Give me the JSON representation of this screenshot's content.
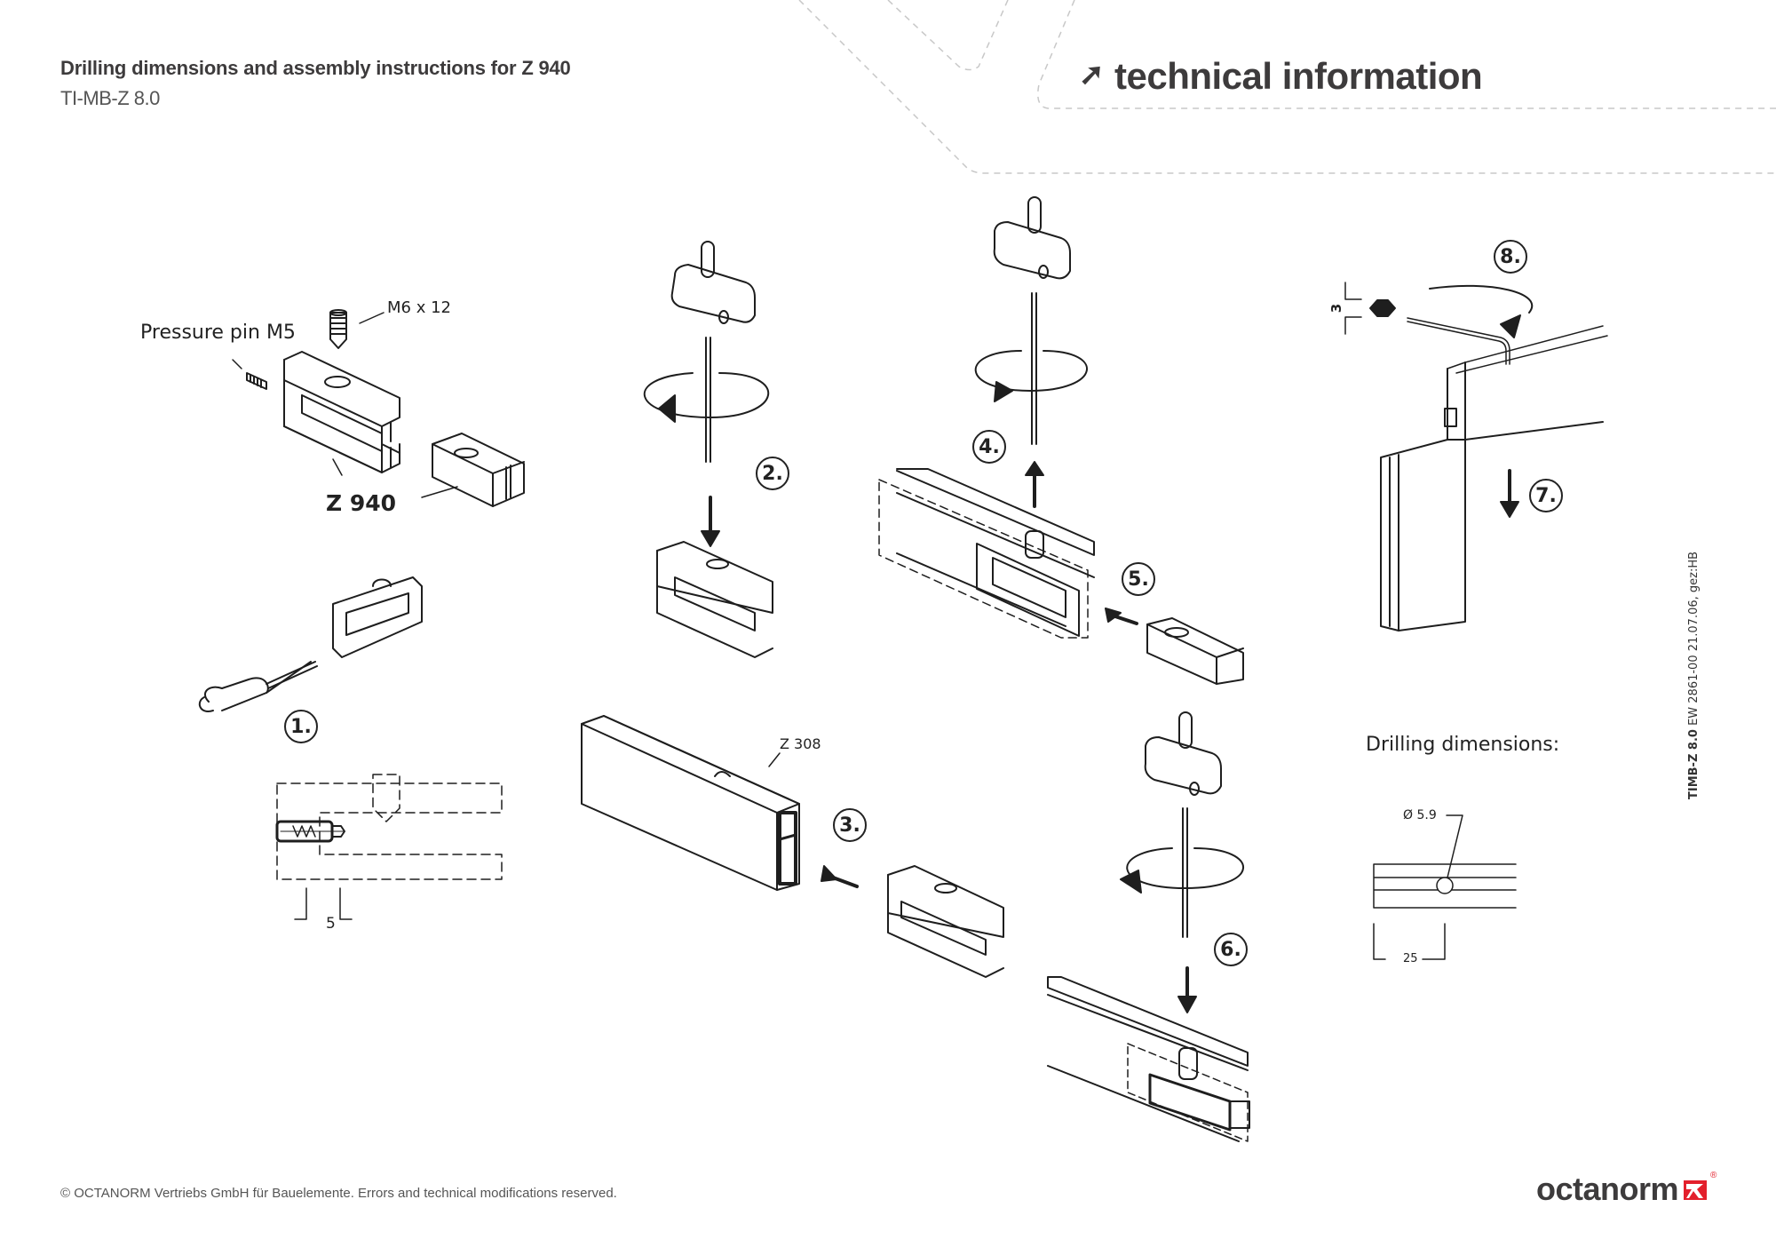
{
  "header": {
    "title": "Drilling dimensions and assembly instructions for Z 940",
    "document_code": "TI-MB-Z 8.0",
    "section_arrow_icon": "arrow-up-right-icon",
    "section_title": "technical information"
  },
  "side_note": {
    "code": "TIMB-Z 8.0",
    "details": "EW 2861-00 21.07.06, gez:HB"
  },
  "parts": {
    "pressure_pin": "Pressure pin M5",
    "screw": "M6 x 12",
    "product": "Z 940",
    "profile": "Z 308"
  },
  "steps": [
    "1.",
    "2.",
    "3.",
    "4.",
    "5.",
    "6.",
    "7.",
    "8."
  ],
  "dimensions": {
    "pin_offset": "5",
    "hex_key_size": "3",
    "drilling_title": "Drilling dimensions:",
    "hole_diameter": "Ø 5.9",
    "hole_distance": "25"
  },
  "footer": {
    "copyright": "© OCTANORM Vertriebs GmbH für Bauelemente. Errors and technical modifications reserved.",
    "logo_text": "octanorm",
    "logo_mark": "®",
    "brand_color": "#e3202c",
    "text_color": "#3d3b3c"
  }
}
